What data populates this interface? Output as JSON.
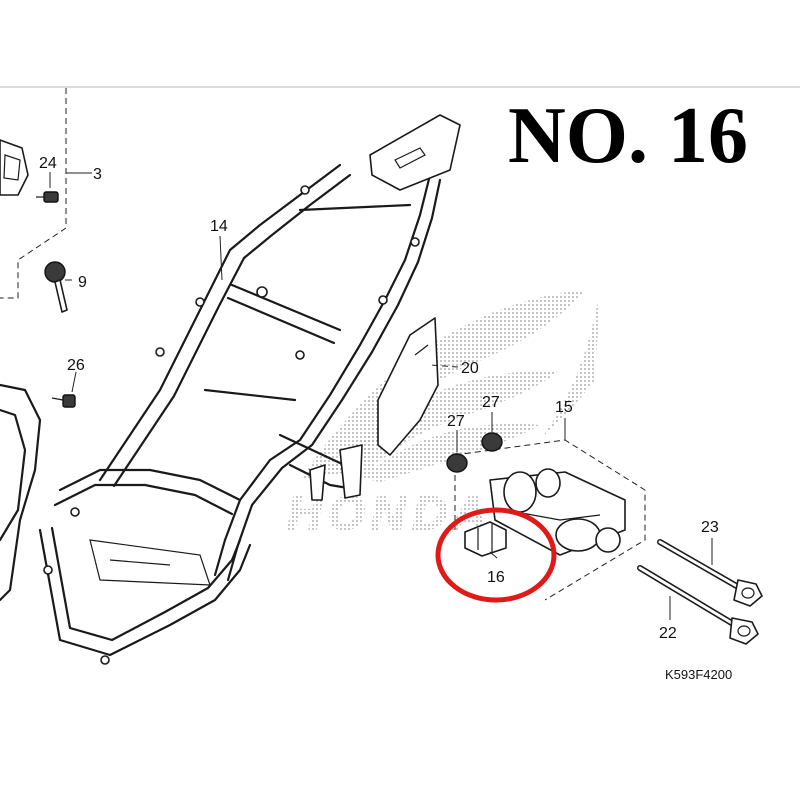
{
  "title": "NO. 16",
  "drawing_code": "K593F4200",
  "watermark_text": "HONDA",
  "highlight_color": "#e01919",
  "callouts": {
    "c24": "24",
    "c3": "3",
    "c9": "9",
    "c14": "14",
    "c26": "26",
    "c20": "20",
    "c27a": "27",
    "c27b": "27",
    "c15": "15",
    "c23": "23",
    "c16": "16",
    "c22": "22"
  }
}
